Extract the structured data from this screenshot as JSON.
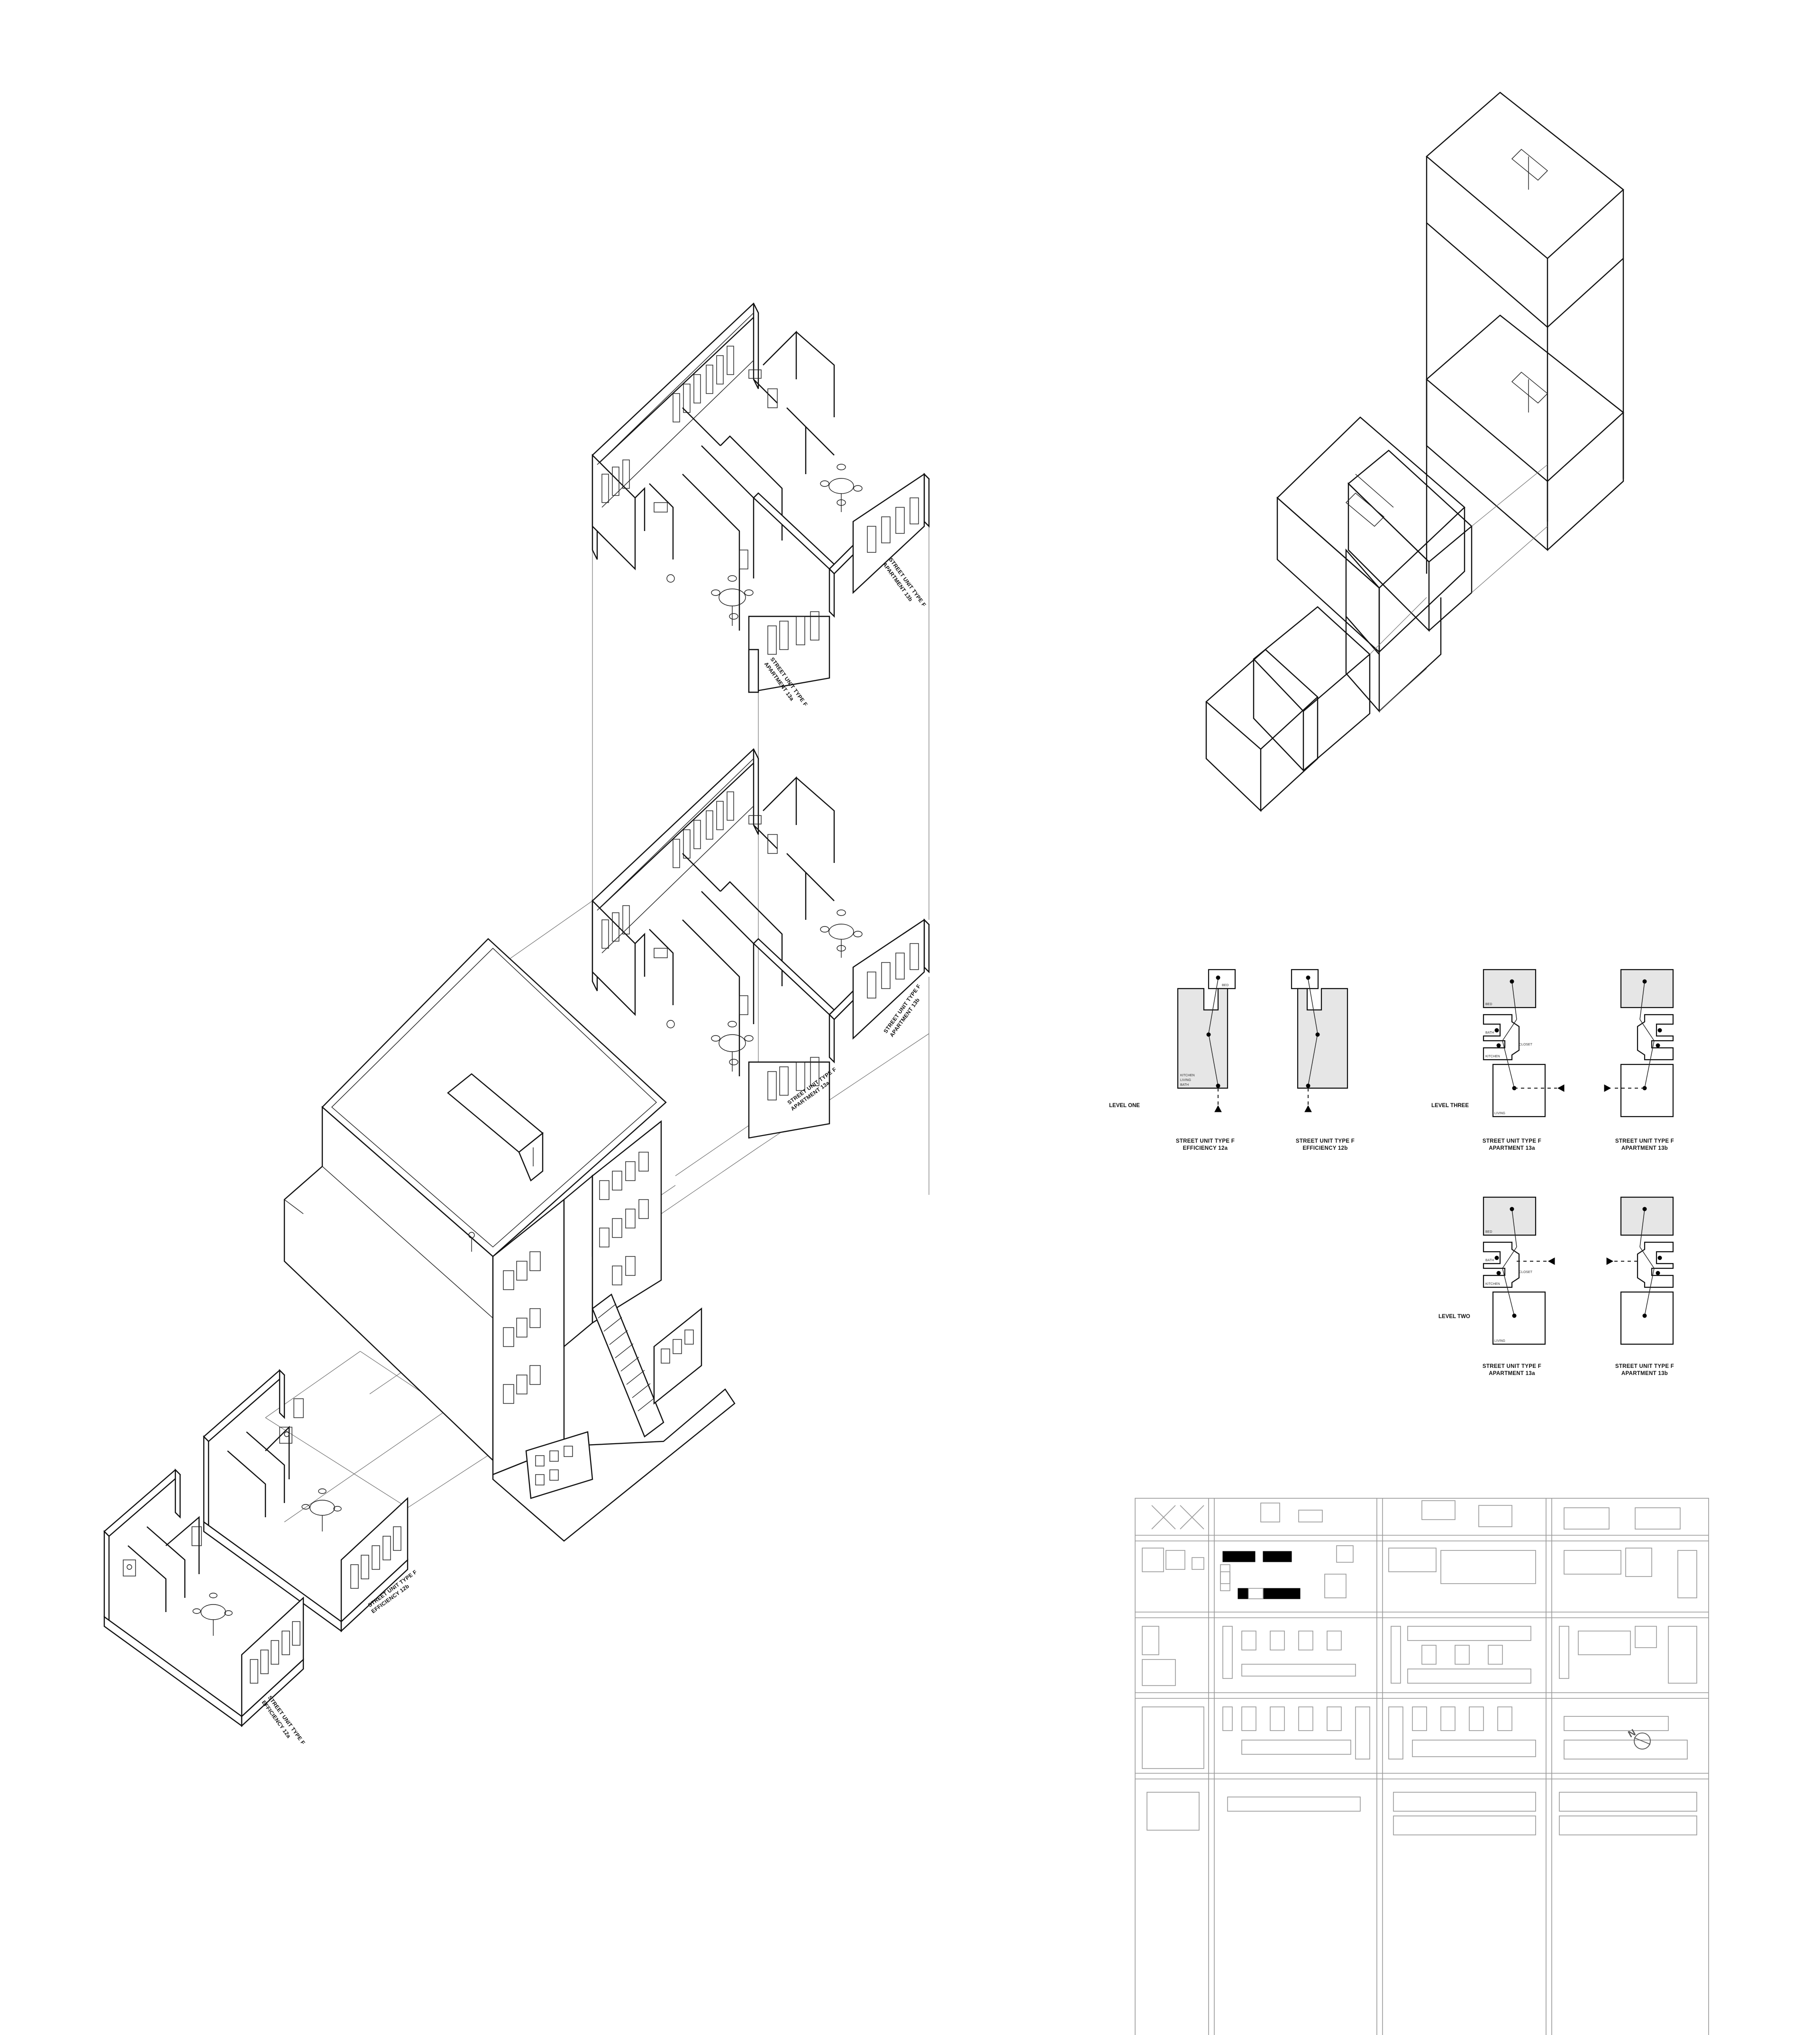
{
  "axonometric_labels": {
    "upper_tower_a": {
      "line1": "STREET UNIT TYPE F",
      "line2": "APARTMENT 13a"
    },
    "upper_tower_b": {
      "line1": "STREET UNIT TYPE F",
      "line2": "APARTMENT 13b"
    },
    "middle_tower_a": {
      "line1": "STREET UNIT TYPE F",
      "line2": "APARTMENT 13a"
    },
    "middle_tower_b": {
      "line1": "STREET UNIT TYPE F",
      "line2": "APARTMENT 13b"
    },
    "ground_a": {
      "line1": "STREET UNIT TYPE F",
      "line2": "EFFICIENCY 12a"
    },
    "ground_b": {
      "line1": "STREET UNIT TYPE F",
      "line2": "EFFICIENCY 12b"
    }
  },
  "diagrams": {
    "level_one": {
      "level_label": "LEVEL ONE",
      "plan_a": {
        "line1": "STREET UNIT TYPE F",
        "line2": "EFFICIENCY 12a"
      },
      "plan_b": {
        "line1": "STREET UNIT TYPE F",
        "line2": "EFFICIENCY 12b"
      },
      "room_tags": [
        "KITCHEN",
        "LIVING",
        "BATH",
        "BED"
      ]
    },
    "level_three": {
      "level_label": "LEVEL THREE",
      "plan_a": {
        "line1": "STREET UNIT TYPE F",
        "line2": "APARTMENT 13a"
      },
      "plan_b": {
        "line1": "STREET UNIT TYPE F",
        "line2": "APARTMENT 13b"
      },
      "room_tags": [
        "BED",
        "BATH",
        "KITCHEN",
        "CLOSET",
        "LIVING"
      ]
    },
    "level_two": {
      "level_label": "LEVEL TWO",
      "plan_a": {
        "line1": "STREET UNIT TYPE F",
        "line2": "APARTMENT 13a"
      },
      "plan_b": {
        "line1": "STREET UNIT TYPE F",
        "line2": "APARTMENT 13b"
      },
      "room_tags": [
        "BED",
        "BATH",
        "KITCHEN",
        "CLOSET",
        "LIVING"
      ]
    }
  },
  "site_plan": {
    "north_arrow_letter": "N",
    "colors": {
      "highlight": "#000000",
      "context": "#9a9a9a"
    }
  }
}
